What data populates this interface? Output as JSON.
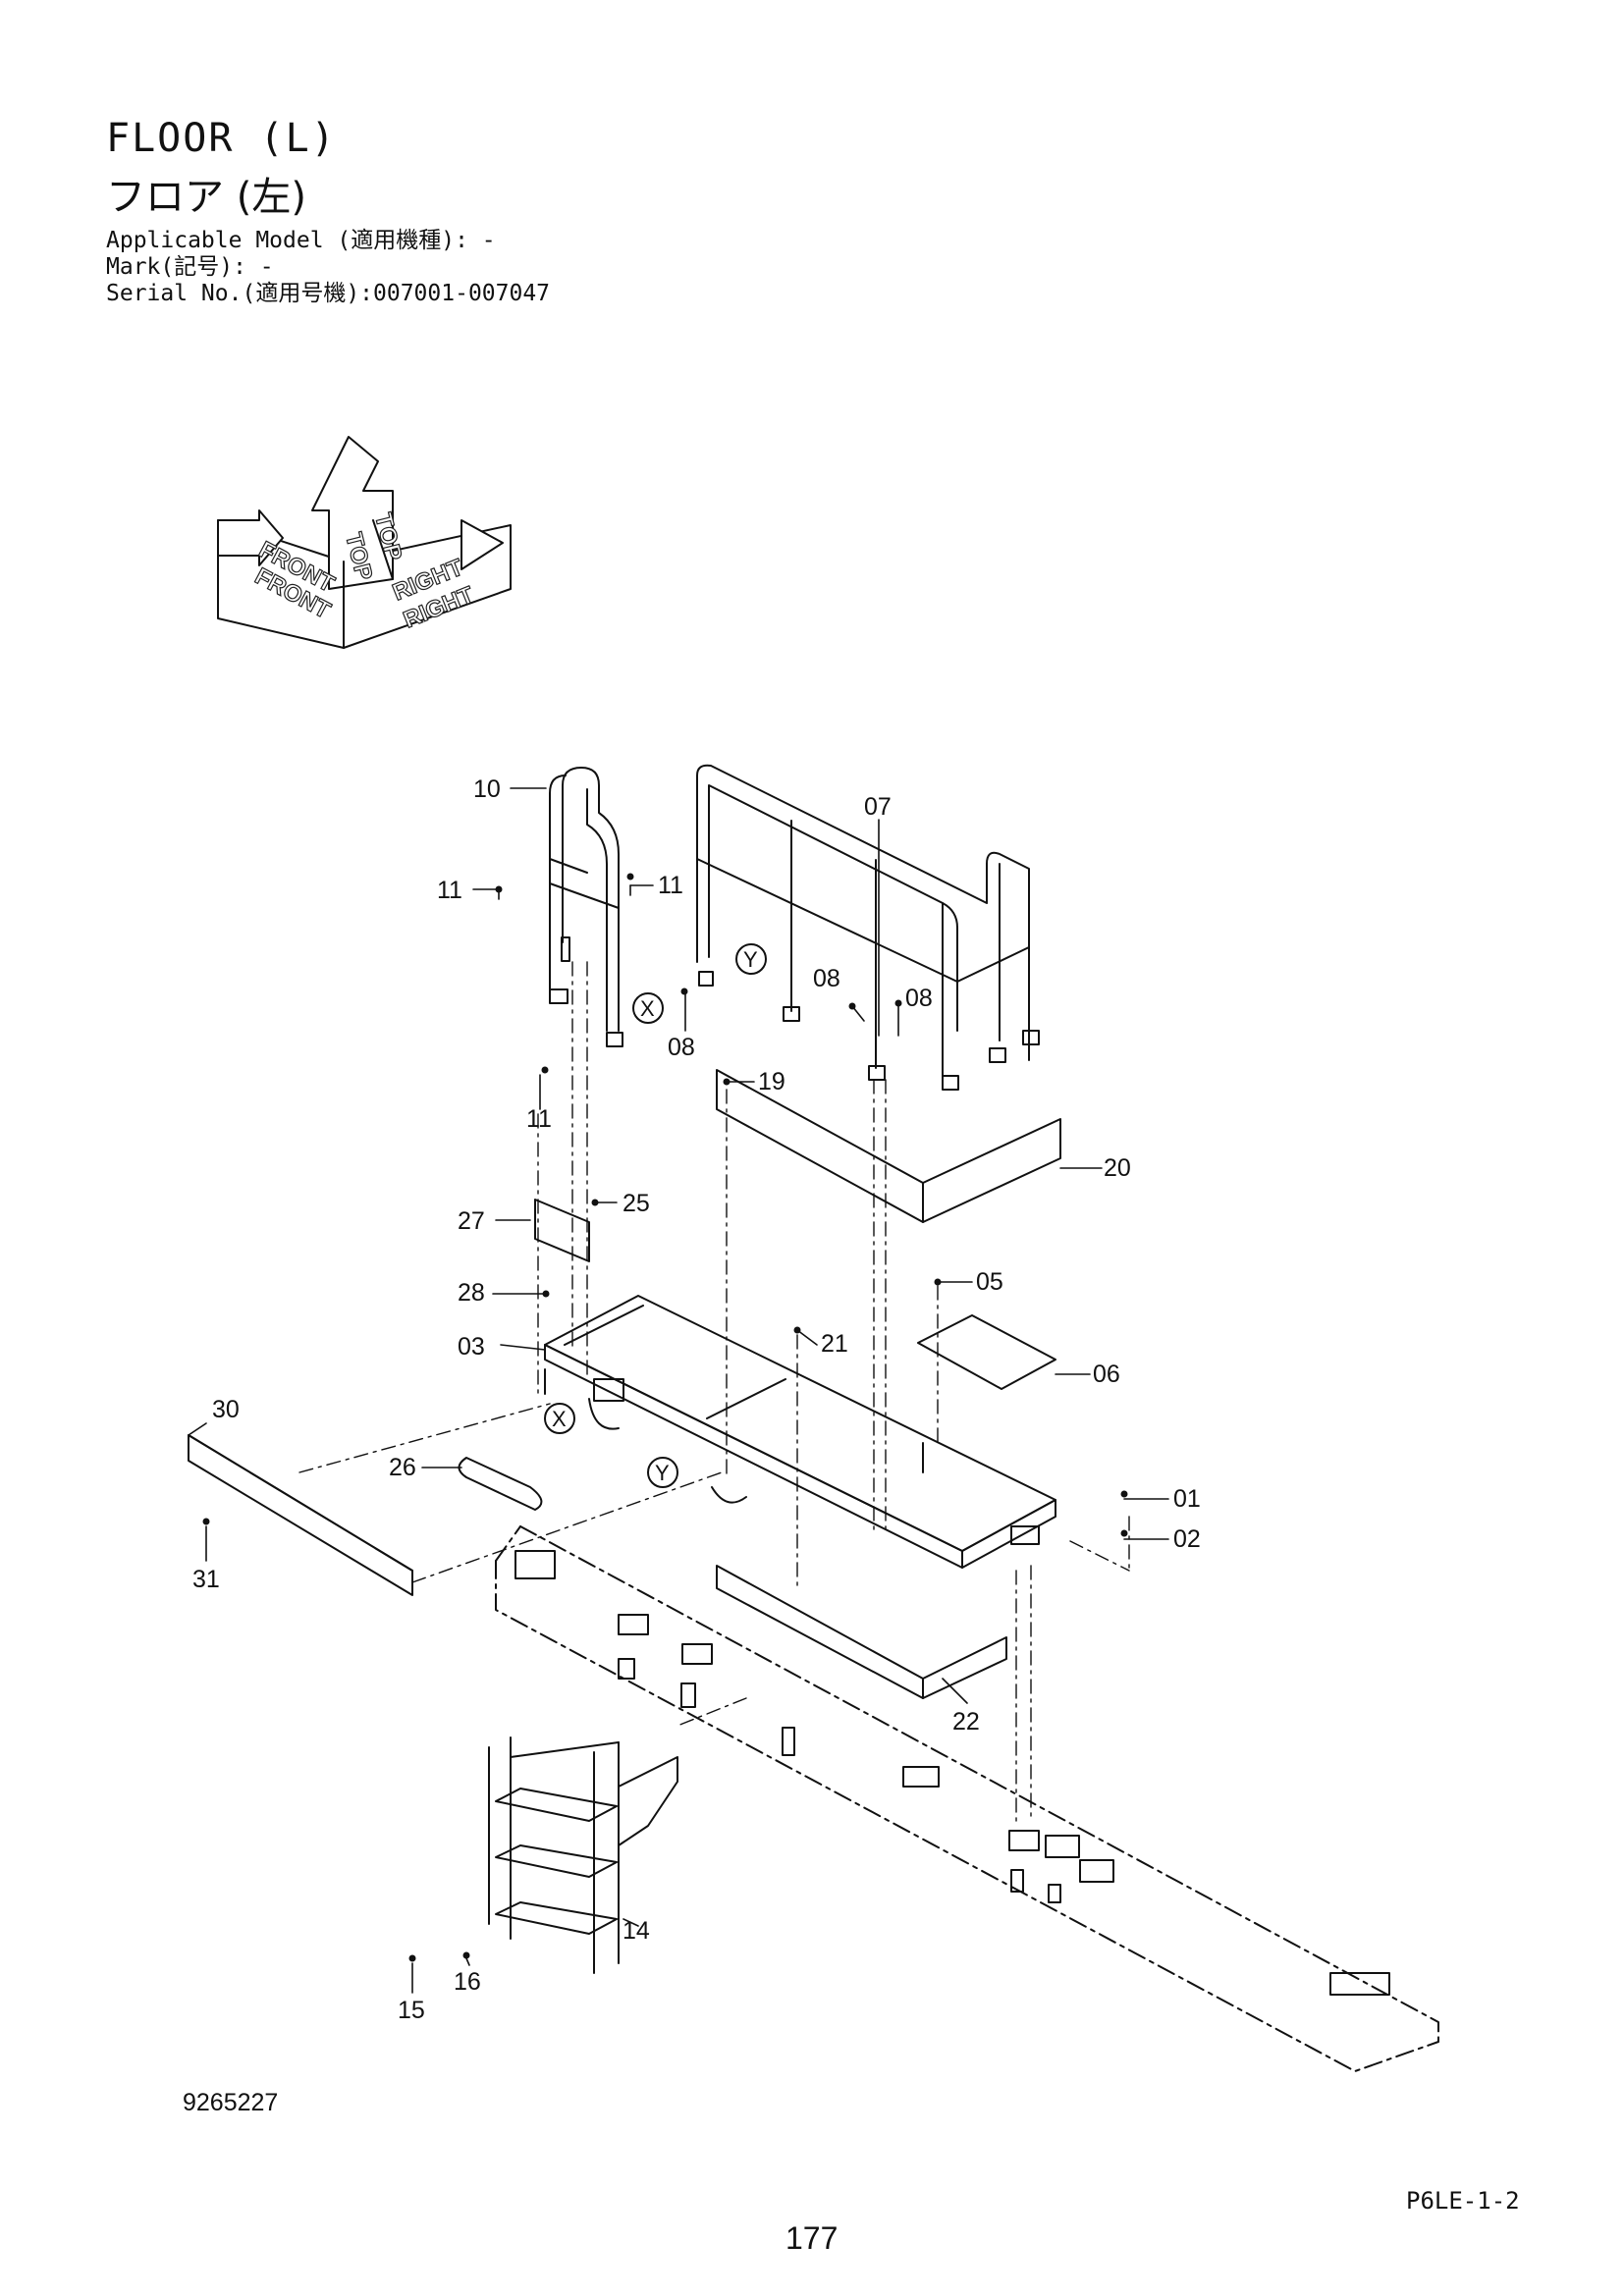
{
  "header": {
    "title_en": "FLOOR (L)",
    "title_jp": "フロア (左)",
    "applicable_model": "Applicable Model (適用機種): -",
    "mark": "Mark(記号): -",
    "serial": "Serial No.(適用号機):007001-007047"
  },
  "orientation": {
    "front": "FRONT",
    "top": "TOP",
    "right": "RIGHT"
  },
  "view_markers": [
    "X",
    "Y"
  ],
  "callouts": [
    "01",
    "02",
    "03",
    "05",
    "06",
    "07",
    "08",
    "10",
    "11",
    "14",
    "15",
    "16",
    "19",
    "20",
    "21",
    "22",
    "25",
    "26",
    "27",
    "28",
    "30",
    "31"
  ],
  "footer": {
    "drawing_number": "9265227",
    "doc_code": "P6LE-1-2",
    "page_number": "177"
  }
}
